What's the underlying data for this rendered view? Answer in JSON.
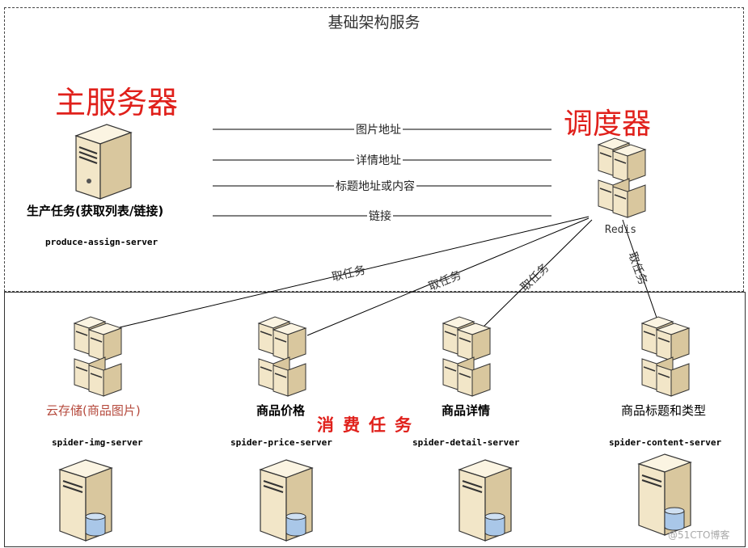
{
  "infra_title": "基础架构服务",
  "main_server": {
    "title": "主服务器",
    "task_label": "生产任务(获取列表/链接)",
    "host": "produce-assign-server"
  },
  "scheduler": {
    "title": "调度器",
    "label": "Redis"
  },
  "links": [
    "图片地址",
    "详情地址",
    "标题地址或内容",
    "链接"
  ],
  "fetch_task_label": "取任务",
  "consume_title": "消费任务",
  "workers": [
    {
      "name": "云存储(商品图片)",
      "host": "spider-img-server",
      "name_color": "#b5493c"
    },
    {
      "name": "商品价格",
      "host": "spider-price-server",
      "name_color": "#000000"
    },
    {
      "name": "商品详情",
      "host": "spider-detail-server",
      "name_color": "#000000"
    },
    {
      "name": "商品标题和类型",
      "host": "spider-content-server",
      "name_color": "#000000"
    }
  ],
  "watermark": "@51CTO博客",
  "colors": {
    "accent_red": "#e0201b",
    "server_body": "#f2e6c8",
    "db_blue": "#a9c7e8"
  }
}
